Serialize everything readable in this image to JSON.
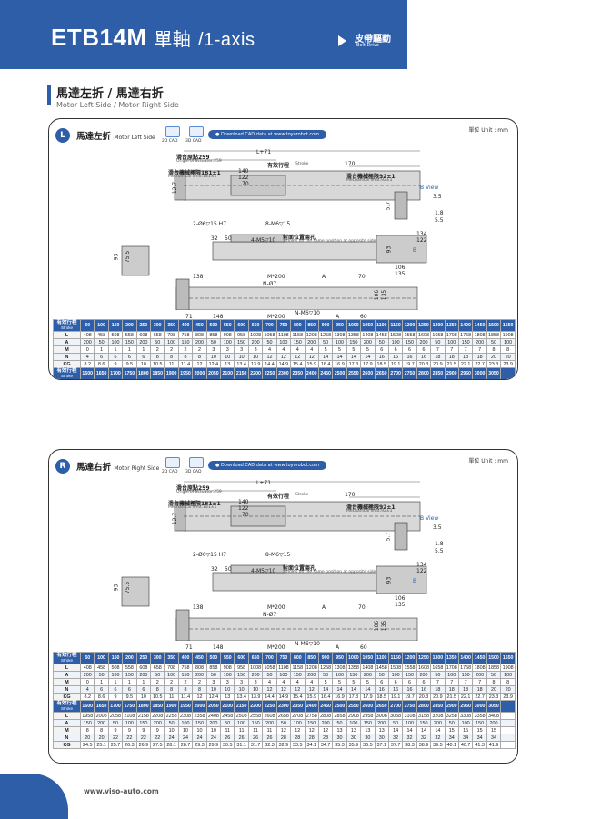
{
  "header": {
    "model": "ETB14M",
    "title_cn": "單軸",
    "axis": "/1-axis",
    "drive_cn": "皮帶驅動",
    "drive_en": "Belt Drive"
  },
  "section": {
    "title": "馬達左折 / 馬達右折",
    "subtitle": "Motor Left Side / Motor Right Side"
  },
  "unit": "單位 Unit : mm",
  "cad": {
    "twod": "2D CAD",
    "threed": "3D CAD",
    "download": "● Download CAD data at www.toyorobot.com"
  },
  "panels": [
    {
      "badge": "L",
      "title": "馬達左折",
      "title_en": "Motor Left Side",
      "drawing": {
        "L71": "L+71",
        "origin": "滑台原點259",
        "origin_en": "Origin of actuator:259",
        "stroke": "有效行程",
        "stroke_en": "Stroke",
        "d170": "170",
        "mech_left": "滑台機械極限181±1",
        "mech_left_en": "Mechanical limit:181±1",
        "d140": "140",
        "d122": "122",
        "d70": "70",
        "mech_right": "滑台機械極限92±1",
        "mech_right_en": "Mechanical limit:92±1",
        "bview": "B View",
        "d35": "3.5",
        "d18": "1.8",
        "d55": "5.5",
        "d57": "5.7",
        "d127": "12.7",
        "holes1": "2-Ø6▽15 H7",
        "holes2": "8-M6▽15",
        "d32": "32",
        "d50": "50",
        "holes3": "4-M5▽10",
        "opp": "對面位置兩孔",
        "opp_en": "2 holes on the same position at opposite side.",
        "d134": "134",
        "d122b": "122",
        "d93": "93",
        "d755": "75.5",
        "d93b": "93",
        "d106": "106",
        "d135": "135",
        "d138": "138",
        "m200": "M*200",
        "a": "A",
        "d70b": "70",
        "n7": "N-Ø7",
        "d71": "71",
        "d148": "148",
        "m200b": "M*200",
        "n6": "N-M6▽10",
        "a2": "A",
        "d60": "60",
        "d106b": "106",
        "d135b": "135",
        "bmark": "B"
      }
    },
    {
      "badge": "R",
      "title": "馬達右折",
      "title_en": "Motor Right Side",
      "drawing": {
        "L71": "L+71",
        "origin": "滑台原點259",
        "origin_en": "Origin of actuator:259",
        "stroke": "有效行程",
        "stroke_en": "Stroke",
        "d170": "170",
        "mech_left": "滑台機械極限181±1",
        "mech_left_en": "Mechanical limit:181±1",
        "d140": "140",
        "d122": "122",
        "d70": "70",
        "mech_right": "滑台機械極限92±1",
        "mech_right_en": "Mechanical limit:92±1",
        "bview": "B View",
        "d35": "3.5",
        "d18": "1.8",
        "d55": "5.5",
        "d57": "5.7",
        "d127": "12.7",
        "holes1": "2-Ø6▽15 H7",
        "holes2": "8-M6▽15",
        "d32": "32",
        "d50": "50",
        "holes3": "4-M5▽10",
        "opp": "對面位置兩孔",
        "opp_en": "2 holes on the same position at opposite side.",
        "d134": "134",
        "d122b": "122",
        "d93": "93",
        "d755": "75.5",
        "d93b": "93",
        "d106": "106",
        "d135": "135",
        "d138": "138",
        "m200": "M*200",
        "a": "A",
        "d70b": "70",
        "n7": "N-Ø7",
        "d71": "71",
        "d148": "148",
        "m200b": "M*200",
        "n6": "N-M6▽10",
        "a2": "A",
        "d60": "60",
        "d106b": "106",
        "d135b": "135",
        "bmark": "B"
      }
    }
  ],
  "table": {
    "header_cn": "有效行程",
    "header_en": "Stroke",
    "t1": {
      "head": [
        "50",
        "100",
        "150",
        "200",
        "250",
        "300",
        "350",
        "400",
        "450",
        "500",
        "550",
        "600",
        "650",
        "700",
        "750",
        "800",
        "850",
        "900",
        "950",
        "1000",
        "1050",
        "1100",
        "1150",
        "1200",
        "1250",
        "1300",
        "1350",
        "1400",
        "1450",
        "1500",
        "1550"
      ],
      "rows": [
        {
          "k": "L",
          "v": [
            "408",
            "458",
            "508",
            "558",
            "608",
            "658",
            "708",
            "758",
            "808",
            "858",
            "908",
            "958",
            "1008",
            "1058",
            "1108",
            "1158",
            "1208",
            "1258",
            "1308",
            "1358",
            "1408",
            "1458",
            "1508",
            "1558",
            "1608",
            "1658",
            "1708",
            "1758",
            "1808",
            "1858",
            "1908"
          ]
        },
        {
          "k": "A",
          "v": [
            "200",
            "50",
            "100",
            "150",
            "200",
            "50",
            "100",
            "150",
            "200",
            "50",
            "100",
            "150",
            "200",
            "50",
            "100",
            "150",
            "200",
            "50",
            "100",
            "150",
            "200",
            "50",
            "100",
            "150",
            "200",
            "50",
            "100",
            "150",
            "200",
            "50",
            "100"
          ]
        },
        {
          "k": "M",
          "v": [
            "0",
            "1",
            "1",
            "1",
            "1",
            "2",
            "2",
            "2",
            "2",
            "3",
            "3",
            "3",
            "3",
            "4",
            "4",
            "4",
            "4",
            "5",
            "5",
            "5",
            "5",
            "6",
            "6",
            "6",
            "6",
            "7",
            "7",
            "7",
            "7",
            "8",
            "8"
          ]
        },
        {
          "k": "N",
          "v": [
            "4",
            "6",
            "6",
            "6",
            "6",
            "8",
            "8",
            "8",
            "8",
            "10",
            "10",
            "10",
            "10",
            "12",
            "12",
            "12",
            "12",
            "14",
            "14",
            "14",
            "14",
            "16",
            "16",
            "16",
            "16",
            "18",
            "18",
            "18",
            "18",
            "20",
            "20"
          ]
        },
        {
          "k": "KG",
          "v": [
            "8.2",
            "8.6",
            "9",
            "9.5",
            "10",
            "10.5",
            "11",
            "11.4",
            "12",
            "12.4",
            "13",
            "13.4",
            "13.9",
            "14.4",
            "14.9",
            "15.4",
            "15.9",
            "16.4",
            "16.9",
            "17.3",
            "17.9",
            "18.5",
            "19.1",
            "19.7",
            "20.3",
            "20.9",
            "21.5",
            "22.1",
            "22.7",
            "23.3",
            "23.9"
          ]
        }
      ]
    },
    "t2": {
      "head": [
        "1600",
        "1650",
        "1700",
        "1750",
        "1800",
        "1850",
        "1900",
        "1950",
        "2000",
        "2050",
        "2100",
        "2150",
        "2200",
        "2250",
        "2300",
        "2350",
        "2400",
        "2450",
        "2500",
        "2550",
        "2600",
        "2650",
        "2700",
        "2750",
        "2800",
        "2850",
        "2900",
        "2950",
        "3000",
        "3050"
      ],
      "rows": [
        {
          "k": "L",
          "v": [
            "1958",
            "2008",
            "2058",
            "2108",
            "2158",
            "2208",
            "2258",
            "2308",
            "2358",
            "2408",
            "2458",
            "2508",
            "2558",
            "2608",
            "2658",
            "2708",
            "2758",
            "2808",
            "2858",
            "2908",
            "2958",
            "3008",
            "3058",
            "3108",
            "3158",
            "3208",
            "3258",
            "3308",
            "3358",
            "3408"
          ]
        },
        {
          "k": "A",
          "v": [
            "150",
            "200",
            "50",
            "100",
            "150",
            "200",
            "50",
            "100",
            "150",
            "200",
            "50",
            "100",
            "150",
            "200",
            "50",
            "100",
            "150",
            "200",
            "50",
            "100",
            "150",
            "200",
            "50",
            "100",
            "150",
            "200",
            "50",
            "100",
            "150",
            "200"
          ]
        },
        {
          "k": "M",
          "v": [
            "8",
            "8",
            "9",
            "9",
            "9",
            "9",
            "10",
            "10",
            "10",
            "10",
            "11",
            "11",
            "11",
            "11",
            "12",
            "12",
            "12",
            "12",
            "13",
            "13",
            "13",
            "13",
            "14",
            "14",
            "14",
            "14",
            "15",
            "15",
            "15",
            "15"
          ]
        },
        {
          "k": "N",
          "v": [
            "20",
            "20",
            "22",
            "22",
            "22",
            "22",
            "24",
            "24",
            "24",
            "24",
            "26",
            "26",
            "26",
            "26",
            "28",
            "28",
            "28",
            "28",
            "30",
            "30",
            "30",
            "30",
            "32",
            "32",
            "32",
            "32",
            "34",
            "34",
            "34",
            "34"
          ]
        },
        {
          "k": "KG",
          "v": [
            "24.5",
            "25.1",
            "25.7",
            "26.3",
            "26.9",
            "27.5",
            "28.1",
            "28.7",
            "29.3",
            "29.9",
            "30.5",
            "31.1",
            "31.7",
            "32.3",
            "32.9",
            "33.5",
            "34.1",
            "34.7",
            "35.3",
            "35.9",
            "36.5",
            "37.1",
            "37.7",
            "38.3",
            "38.9",
            "39.5",
            "40.1",
            "40.7",
            "41.3",
            "41.9"
          ]
        }
      ]
    }
  },
  "footer": {
    "url": "www.viso-auto.com"
  }
}
